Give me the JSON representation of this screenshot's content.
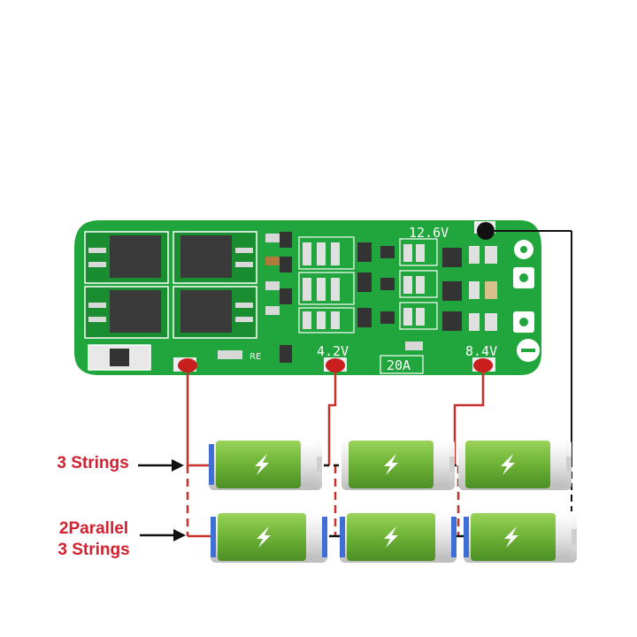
{
  "board": {
    "label_total": "12.6V",
    "label_tap1": "4.2V",
    "label_tap2": "8.4V",
    "label_current": "20A",
    "label_re": "RE",
    "colors": {
      "pcb": "#20a63c",
      "pad": "#ffffff",
      "node": "#c81e1e",
      "wire": "#c8302a",
      "ground_wire": "#111111"
    }
  },
  "captions": {
    "three_strings": "3 Strings",
    "two_parallel_line1": "2Parallel",
    "two_parallel_line2": "3 Strings"
  },
  "battery": {
    "icon": "lightning-bolt-icon",
    "colors": {
      "body": "#74b63c",
      "cap": "#e8e8e8",
      "terminal": "#3f6fd6"
    }
  }
}
